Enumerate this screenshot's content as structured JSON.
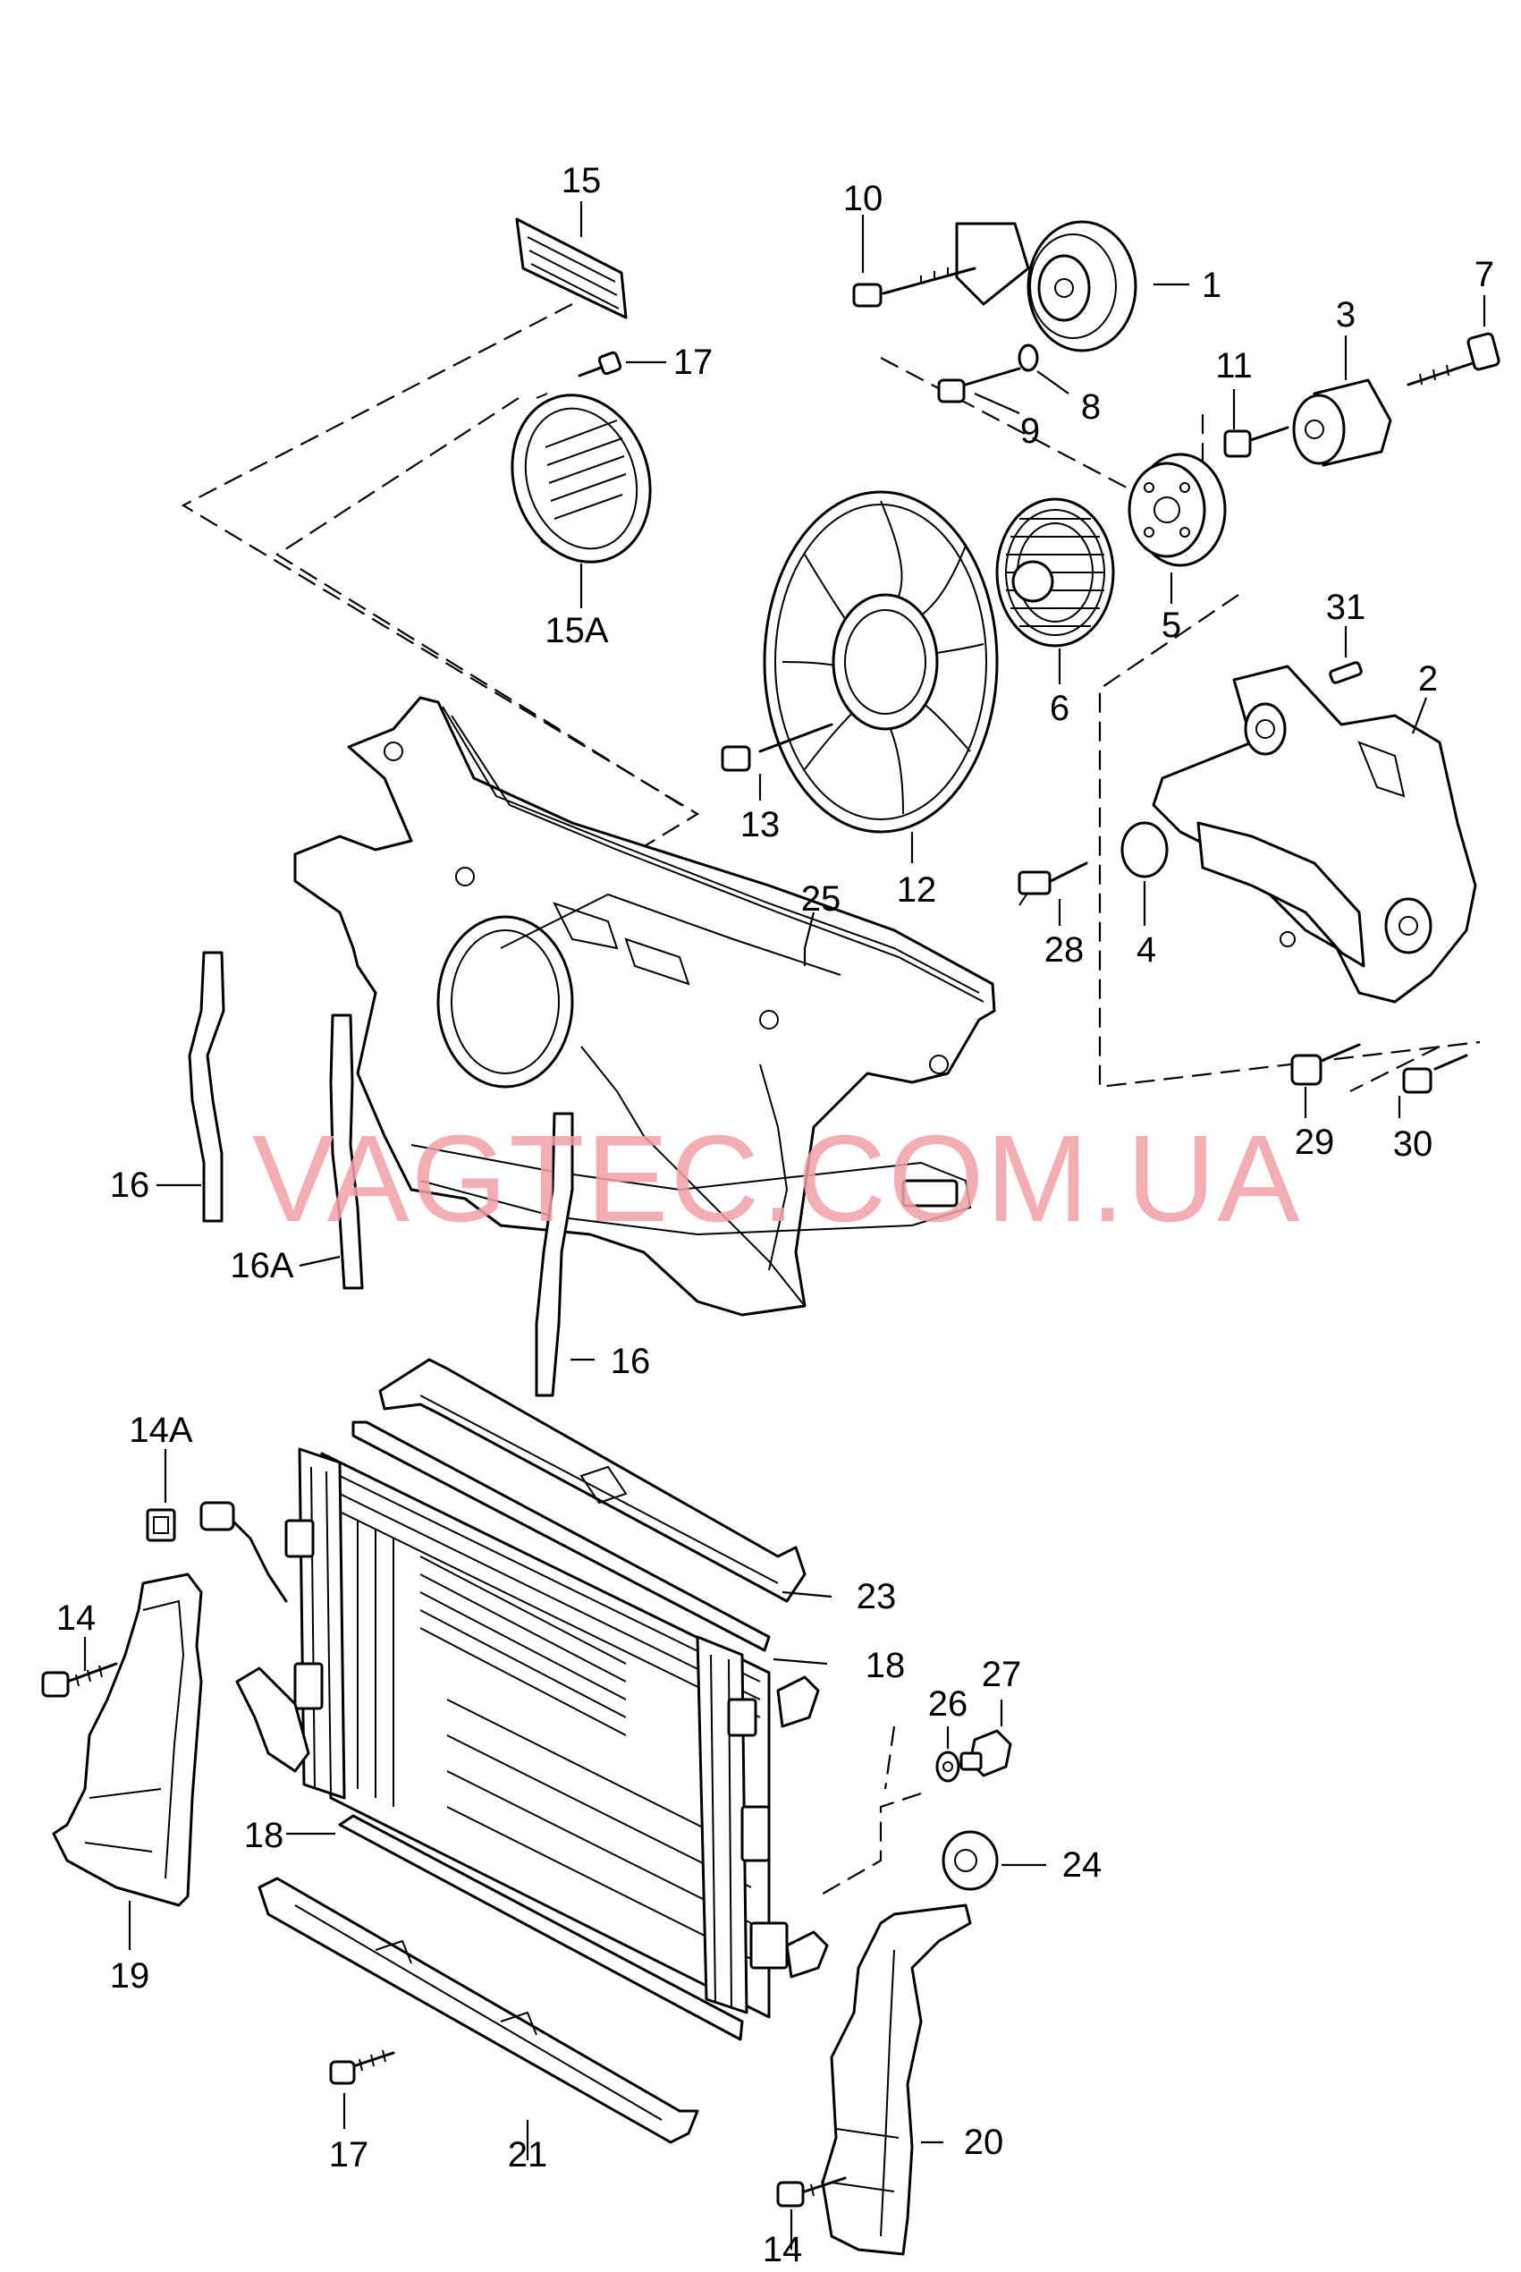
{
  "watermark": "VAGTEC.COM.UA",
  "colors": {
    "ink": "#000000",
    "watermark": "#f2a0a8",
    "background": "#ffffff"
  },
  "callouts": {
    "c1": "1",
    "c2": "2",
    "c3": "3",
    "c4": "4",
    "c5": "5",
    "c6": "6",
    "c7": "7",
    "c8": "8",
    "c9": "9",
    "c10": "10",
    "c11": "11",
    "c12": "12",
    "c13": "13",
    "c14a": "14",
    "c14b": "14",
    "c14A": "14A",
    "c15": "15",
    "c15A": "15A",
    "c16a": "16",
    "c16b": "16",
    "c16A": "16A",
    "c17a": "17",
    "c17b": "17",
    "c18a": "18",
    "c18b": "18",
    "c19": "19",
    "c20": "20",
    "c21": "21",
    "c23": "23",
    "c24": "24",
    "c25": "25",
    "c26": "26",
    "c27": "27",
    "c28": "28",
    "c29": "29",
    "c30": "30",
    "c31": "31"
  }
}
